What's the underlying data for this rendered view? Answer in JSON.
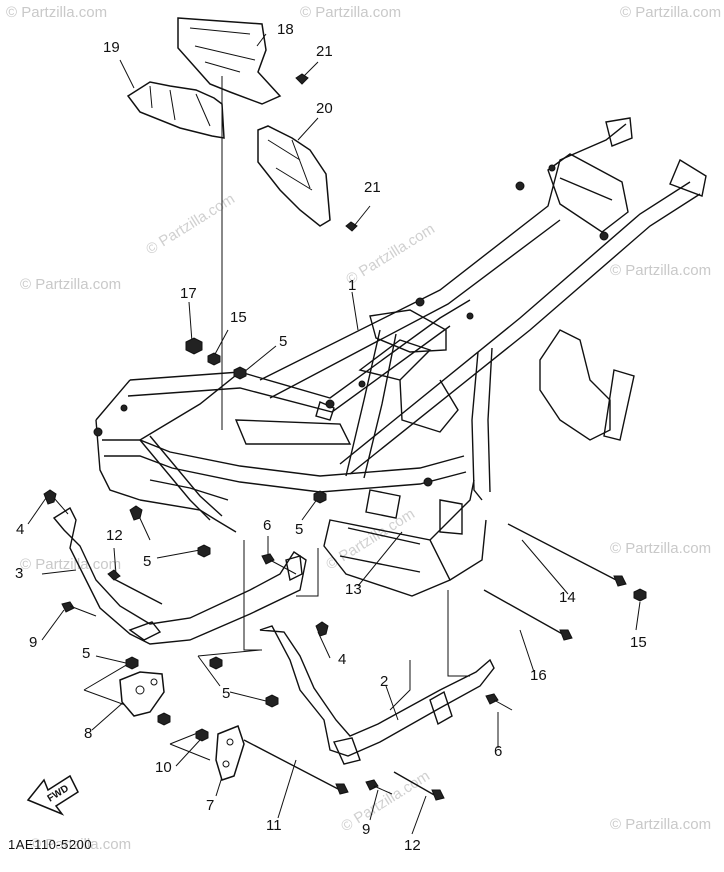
{
  "diagram": {
    "catalog_code": "1AE110-5200",
    "fwd_label": "FWD",
    "watermark_text": "© Partzilla.com",
    "callouts": [
      "18",
      "19",
      "21",
      "20",
      "21",
      "1",
      "17",
      "15",
      "5",
      "4",
      "3",
      "12",
      "6",
      "5",
      "5",
      "13",
      "14",
      "15",
      "9",
      "5",
      "4",
      "2",
      "16",
      "8",
      "5",
      "10",
      "6",
      "7",
      "11",
      "9",
      "12"
    ]
  }
}
